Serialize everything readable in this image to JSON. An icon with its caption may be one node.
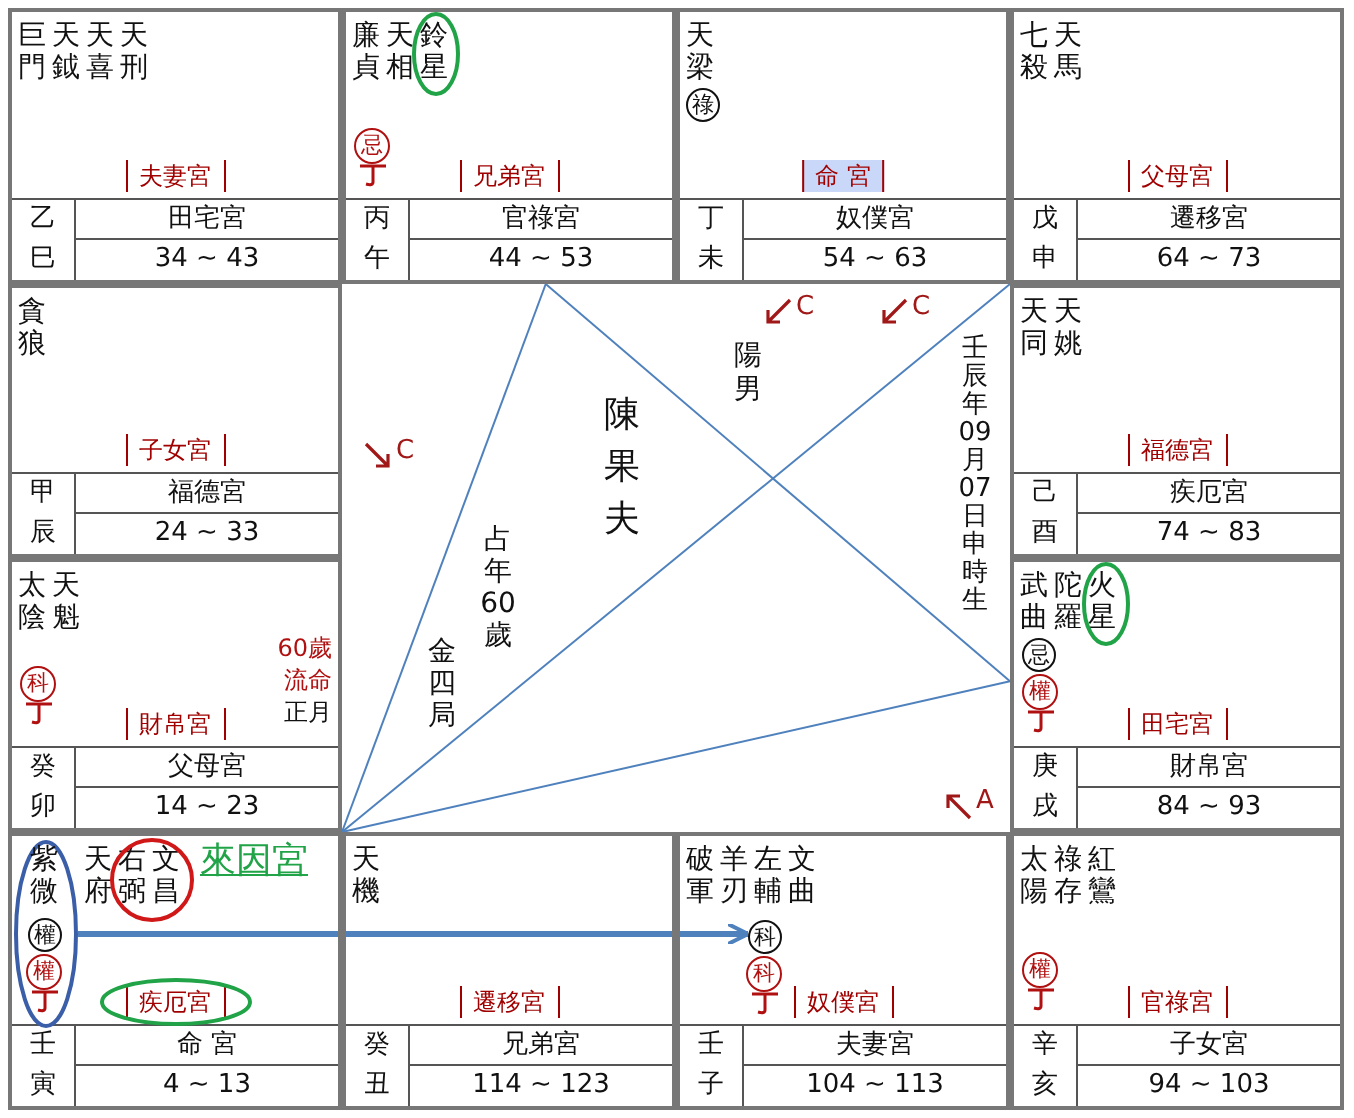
{
  "diagram": {
    "nodes": [
      {
        "text": [
          "夫妻宮",
          "乙",
          "巳",
          "田宅宮",
          "34 ~ 43"
        ]
      },
      {
        "text": [
          "巨門"
        ],
        "in": 0
      },
      {
        "text": [
          "天鉞"
        ],
        "in": 0
      },
      {
        "text": [
          "天喜"
        ],
        "in": 0
      },
      {
        "text": [
          "天刑"
        ],
        "in": 0
      },
      {
        "text": [
          "兄弟宮",
          "丙",
          "午",
          "官祿宮",
          "44 ~ 53"
        ]
      },
      {
        "text": [
          "廉貞"
        ],
        "in": 5
      },
      {
        "text": [
          "天相"
        ],
        "in": 5
      },
      {
        "text": [
          "鈴星"
        ],
        "in": 5
      },
      {
        "text": [
          "忌"
        ],
        "in": 5
      },
      {
        "text": [
          "命 宮",
          "丁",
          "未",
          "奴僕宮",
          "54 ~ 63"
        ]
      },
      {
        "text": [
          "天梁"
        ],
        "in": 10
      },
      {
        "text": [
          "祿"
        ],
        "in": 10
      },
      {
        "text": [
          "父母宮",
          "戊",
          "申",
          "遷移宮",
          "64 ~ 73"
        ]
      },
      {
        "text": [
          "七殺"
        ],
        "in": 13
      },
      {
        "text": [
          "天馬"
        ],
        "in": 13
      },
      {
        "text": [
          "子女宮",
          "甲",
          "辰",
          "福德宮",
          "24 ~ 33"
        ]
      },
      {
        "text": [
          "貪狼"
        ],
        "in": 16
      },
      {
        "text": [
          "福德宮",
          "己",
          "酉",
          "疾厄宮",
          "74 ~ 83"
        ]
      },
      {
        "text": [
          "天同"
        ],
        "in": 18
      },
      {
        "text": [
          "天姚"
        ],
        "in": 18
      },
      {
        "text": [
          "財帛宮",
          "癸",
          "卯",
          "父母宮",
          "14 ~ 23",
          "60歲",
          "流命",
          "正月"
        ]
      },
      {
        "text": [
          "太陰"
        ],
        "in": 21
      },
      {
        "text": [
          "天魁"
        ],
        "in": 21
      },
      {
        "text": [
          "科"
        ],
        "in": 21
      },
      {
        "text": [
          "田宅宮",
          "庚",
          "戌",
          "財帛宮",
          "84 ~ 93"
        ]
      },
      {
        "text": [
          "武曲"
        ],
        "in": 25
      },
      {
        "text": [
          "陀羅"
        ],
        "in": 25
      },
      {
        "text": [
          "火星"
        ],
        "in": 25
      },
      {
        "text": [
          "忌"
        ],
        "in": 25
      },
      {
        "text": [
          "權"
        ],
        "in": 25
      },
      {
        "text": [
          "疾厄宮",
          "壬",
          "寅",
          "命 宮",
          "4 ~ 13"
        ]
      },
      {
        "text": [],
        "shape": "ellipse",
        "in": 31
      },
      {
        "text": [
          "紫微"
        ],
        "in": 32
      },
      {
        "text": [
          "天府"
        ],
        "in": 31
      },
      {
        "text": [
          "右弼"
        ],
        "in": 31
      },
      {
        "text": [
          "文昌"
        ],
        "in": 31
      },
      {
        "text": [
          "權"
        ],
        "in": 32
      },
      {
        "text": [
          "權"
        ],
        "in": 32
      },
      {
        "text": [
          "遷移宮",
          "癸",
          "丑",
          "兄弟宮",
          "114 ~ 123"
        ]
      },
      {
        "text": [
          "天機"
        ],
        "in": 39
      },
      {
        "text": [
          "奴僕宮",
          "壬",
          "子",
          "夫妻宮",
          "104 ~ 113"
        ]
      },
      {
        "text": [
          "破軍"
        ],
        "in": 41
      },
      {
        "text": [
          "羊刃"
        ],
        "in": 41
      },
      {
        "text": [
          "左輔"
        ],
        "in": 41
      },
      {
        "text": [
          "文曲"
        ],
        "in": 41
      },
      {
        "text": [
          "科"
        ],
        "in": 41
      },
      {
        "text": [
          "科"
        ],
        "in": 41
      },
      {
        "text": [
          "官祿宮",
          "辛",
          "亥",
          "子女宮",
          "94 ~ 103"
        ]
      },
      {
        "text": [
          "太陽"
        ],
        "in": 48
      },
      {
        "text": [
          "祿存"
        ],
        "in": 48
      },
      {
        "text": [
          "紅鸞"
        ],
        "in": 48
      },
      {
        "text": [
          "權"
        ],
        "in": 48
      }
    ],
    "edges": [
      {
        "from": 31,
        "to": 5,
        "arrow": "none"
      },
      {
        "from": 31,
        "to": 13,
        "arrow": "none"
      },
      {
        "from": 31,
        "to": 25,
        "arrow": "none"
      },
      {
        "from": 5,
        "to": 25,
        "arrow": "none"
      },
      {
        "from": 32,
        "to": 46,
        "arrow": "to",
        "style": "thick"
      }
    ],
    "labels": [
      "C",
      "C",
      "陽男",
      "陳果夫",
      "壬辰年09月07日申時生",
      "C",
      "占年60歲",
      "金四局",
      "A",
      "來因宮"
    ]
  }
}
